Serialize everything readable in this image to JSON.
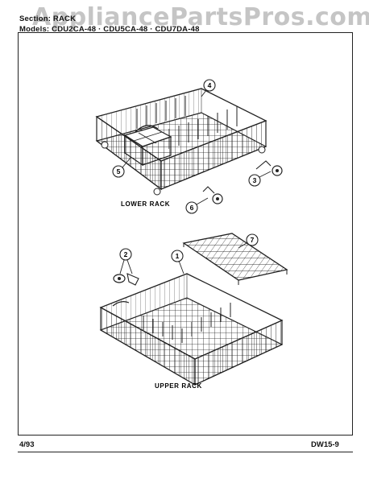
{
  "watermark": "AppliancePartsPros.com",
  "header": {
    "section_line": "Section: RACK",
    "models_line": "Models: CDU2CA-48 · CDU5CA-48 · CDU7DA-48"
  },
  "captions": {
    "lower_rack": "LOWER RACK",
    "upper_rack": "UPPER RACK"
  },
  "callouts": {
    "c1": "1",
    "c2": "2",
    "c3": "3",
    "c4": "4",
    "c5": "5",
    "c6": "6",
    "c7": "7"
  },
  "footer": {
    "date": "4/93",
    "page_code": "DW15-9"
  }
}
